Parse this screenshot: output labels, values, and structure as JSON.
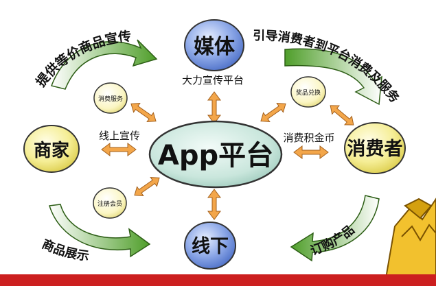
{
  "platform": {
    "label": "App平台"
  },
  "nodes": {
    "media": {
      "label": "媒体"
    },
    "merchant": {
      "label": "商家"
    },
    "consumer": {
      "label": "消费者"
    },
    "offline": {
      "label": "线下"
    }
  },
  "small_nodes": {
    "consume_service": {
      "label": "消费服务"
    },
    "prize_exchange": {
      "label": "奖品兑换"
    },
    "register_member": {
      "label": "注册会员"
    }
  },
  "edge_labels": {
    "promote_power": "大力宣传平台",
    "online_promo": "线上宣传",
    "points_currency": "消费积金币"
  },
  "arc_labels": {
    "top_left": "提供等价商品宣传",
    "top_right": "引导消费者到平台消费及服务",
    "bottom_left": "商品展示",
    "bottom_right": "订购产品"
  },
  "colors": {
    "platform_fill": "#c9e6dc",
    "media_fill": "#6e8fd6",
    "merchant_fill": "#f3ea86",
    "consumer_fill": "#f3ea86",
    "offline_fill": "#6e8fd6",
    "arrow_orange": "#f0a040",
    "arc_green": "#5aa832",
    "bottom_bar": "#cc1f1f"
  }
}
